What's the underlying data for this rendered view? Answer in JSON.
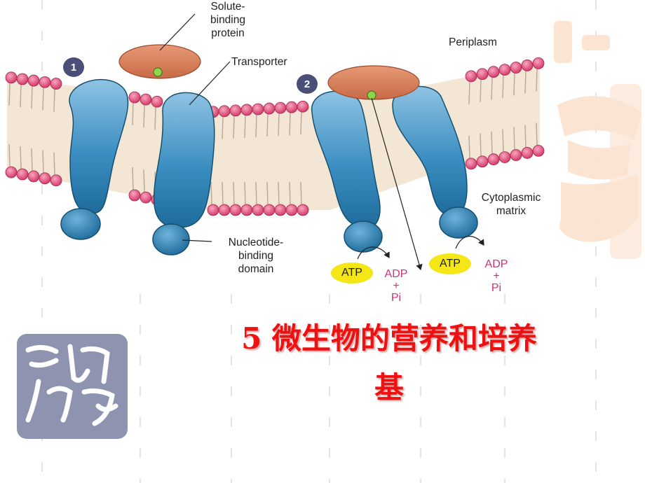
{
  "diagram": {
    "labels": {
      "solute_binding_protein": "Solute-\nbinding\nprotein",
      "transporter": "Transporter",
      "periplasm": "Periplasm",
      "cytoplasmic_matrix": "Cytoplasmic\nmatrix",
      "nucleotide_binding_domain": "Nucleotide-\nbinding\ndomain"
    },
    "step_markers": [
      "1",
      "2"
    ],
    "reactions": [
      {
        "atp": "ATP",
        "adp": "ADP\n+\nPi"
      },
      {
        "atp": "ATP",
        "adp": "ADP\n+\nPi"
      }
    ]
  },
  "title": {
    "line1": "5 微生物的营养和培养",
    "line2": "基"
  },
  "colors": {
    "title": "#ee1111",
    "transporter": "#2f86b8",
    "binding_protein": "#d9805a",
    "phospholipid_head": "#e2507a",
    "atp": "#f5e617",
    "adp": "#d0307a",
    "seal": "#8e93b0",
    "calligraphy_watermark": "#fbe3cf"
  }
}
